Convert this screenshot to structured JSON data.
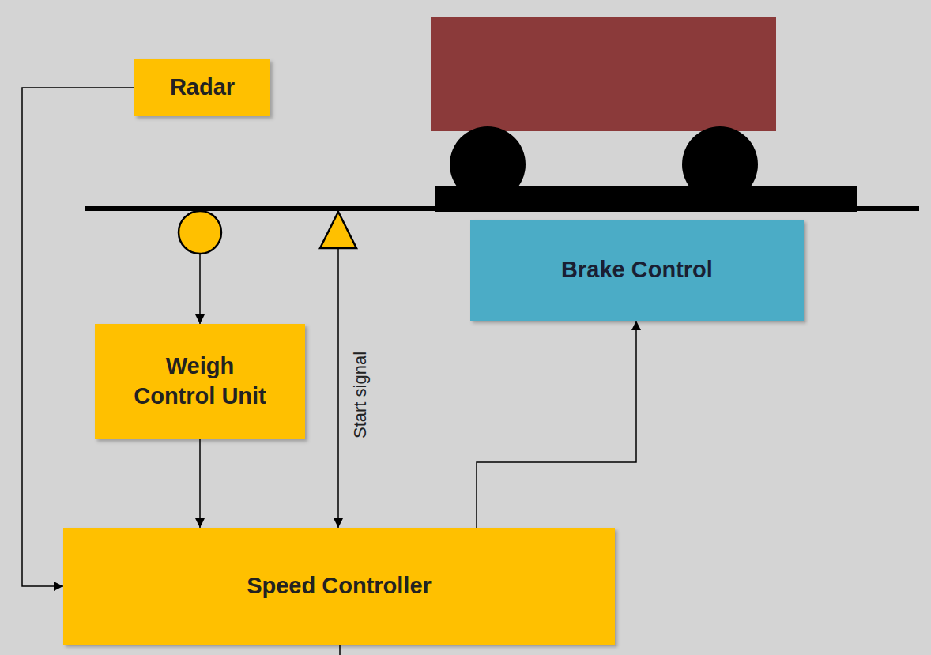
{
  "diagram": {
    "nodes": [
      {
        "text": [
          "Radar"
        ]
      },
      {
        "text": [
          "Brake Control"
        ]
      },
      {
        "text": [
          "Weigh Control Unit"
        ]
      },
      {
        "text": [
          "Speed Controller"
        ]
      }
    ],
    "edges": [
      {
        "from": 0,
        "to": 3,
        "arrow": "to"
      },
      {
        "from": 2,
        "to": 3,
        "arrow": "to"
      },
      {
        "from": 3,
        "to": 1,
        "arrow": "to"
      }
    ],
    "labels": [
      "Start signal"
    ]
  }
}
